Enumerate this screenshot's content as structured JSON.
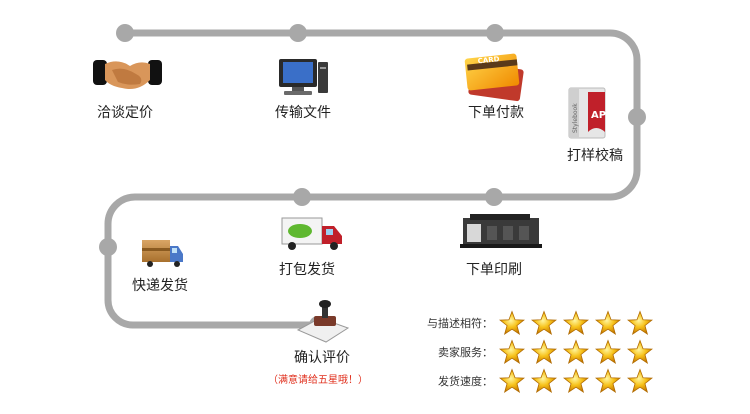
{
  "steps": [
    {
      "label": "洽谈定价",
      "icon": "handshake-icon"
    },
    {
      "label": "传输文件",
      "icon": "computer-icon"
    },
    {
      "label": "下单付款",
      "icon": "credit-card-icon"
    },
    {
      "label": "打样校稿",
      "icon": "stylebook-icon"
    },
    {
      "label": "下单印刷",
      "icon": "printing-press-icon"
    },
    {
      "label": "打包发货",
      "icon": "delivery-truck-icon"
    },
    {
      "label": "快递发货",
      "icon": "courier-truck-icon"
    },
    {
      "label": "确认评价",
      "icon": "approval-stamp-icon"
    }
  ],
  "note": "（满意请给五星哦！）",
  "ratings": [
    {
      "label": "与描述相符：",
      "stars": 5
    },
    {
      "label": "卖家服务：",
      "stars": 5
    },
    {
      "label": "发货速度：",
      "stars": 5
    }
  ],
  "icon_text": {
    "card": "CARD",
    "stylebook": "Stylebook",
    "ap": "AP"
  },
  "colors": {
    "track": "#a8a8a8",
    "note": "#e0301e",
    "star": "#f5b400"
  }
}
